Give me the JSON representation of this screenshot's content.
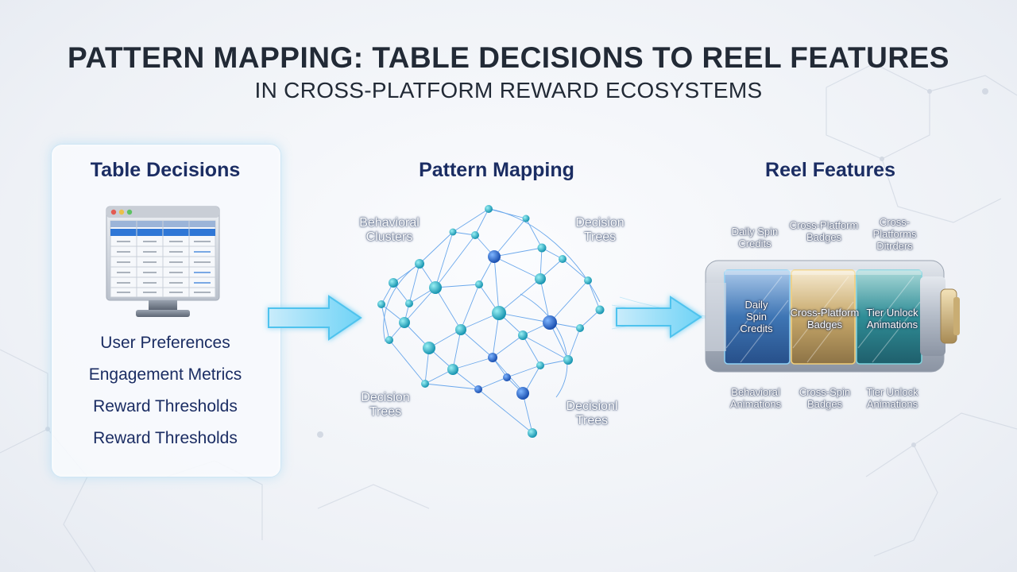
{
  "title": "PATTERN MAPPING: TABLE DECISIONS TO REEL FEATURES",
  "subtitle": "IN CROSS-PLATFORM REWARD ECOSYSTEMS",
  "table_section": {
    "heading": "Table Decisions",
    "items": [
      "User Preferences",
      "Engagement Metrics",
      "Reward Thresholds",
      "Reward Thresholds"
    ]
  },
  "mapping_section": {
    "heading": "Pattern Mapping",
    "labels": {
      "behavioral_clusters": "Behavioral\nClusters",
      "decision_trees_top": "Decision\nTrees",
      "decision_trees_left": "Decision\nTrees",
      "decision_trees_bottom": "Decisionl\nTrees"
    }
  },
  "reel_section": {
    "heading": "Reel Features",
    "top_labels": [
      "Daily Spin\nCredits",
      "Cross-Platform\nBadges",
      "Cross-\nPlatforms\nDitrders"
    ],
    "reel_labels": [
      "Daily\nSpin\nCredits",
      "Cross-Platform\nBadges",
      "Tier Unlock\nAnimations"
    ],
    "bottom_labels": [
      "Behavioral\nAnimations",
      "Cross-Spin\nBadges",
      "Tier Unlock\nAnimations"
    ]
  },
  "colors": {
    "heading": "#1b2d63",
    "accent_cyan": "#49c6f0",
    "node_blue": "#1e63c8",
    "node_teal": "#22b7c9",
    "reel_blue": "#2f6aa6",
    "reel_gold": "#d9b563",
    "reel_teal": "#2a8a92"
  },
  "icons": [
    "monitor-icon",
    "arrow-right-icon",
    "neural-network-icon",
    "slot-reel-icon"
  ]
}
